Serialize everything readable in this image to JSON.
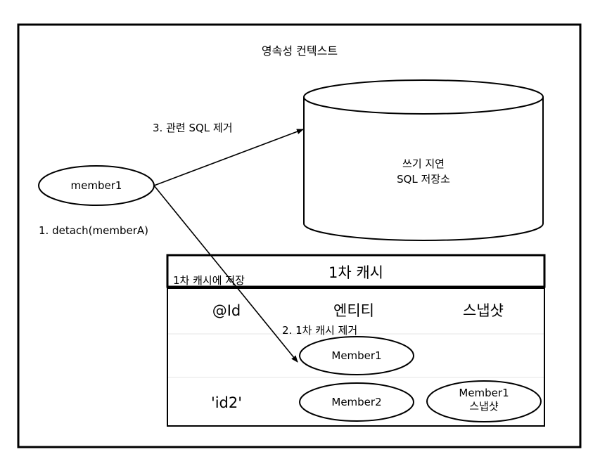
{
  "title": "영속성 컨텍스트",
  "member_node": "member1",
  "step1_label": "1. detach(memberA)",
  "step2_label": "2. 1차 캐시 제거",
  "step3_label": "3. 관련 SQL 제거",
  "store": {
    "line1": "쓰기 지연",
    "line2": "SQL 저장소"
  },
  "cache": {
    "title": "1차 캐시",
    "note": "1차 캐시에 저장",
    "headers": {
      "id": "@Id",
      "entity": "엔티티",
      "snapshot": "스냅샷"
    },
    "row1": {
      "entity": "Member1"
    },
    "row2": {
      "id": "'id2'",
      "entity": "Member2",
      "snapshot_line1": "Member1",
      "snapshot_line2": "스냅샷"
    }
  },
  "colors": {
    "stroke": "#000000",
    "background": "#ffffff",
    "row_divider": "#e6e6e6"
  }
}
